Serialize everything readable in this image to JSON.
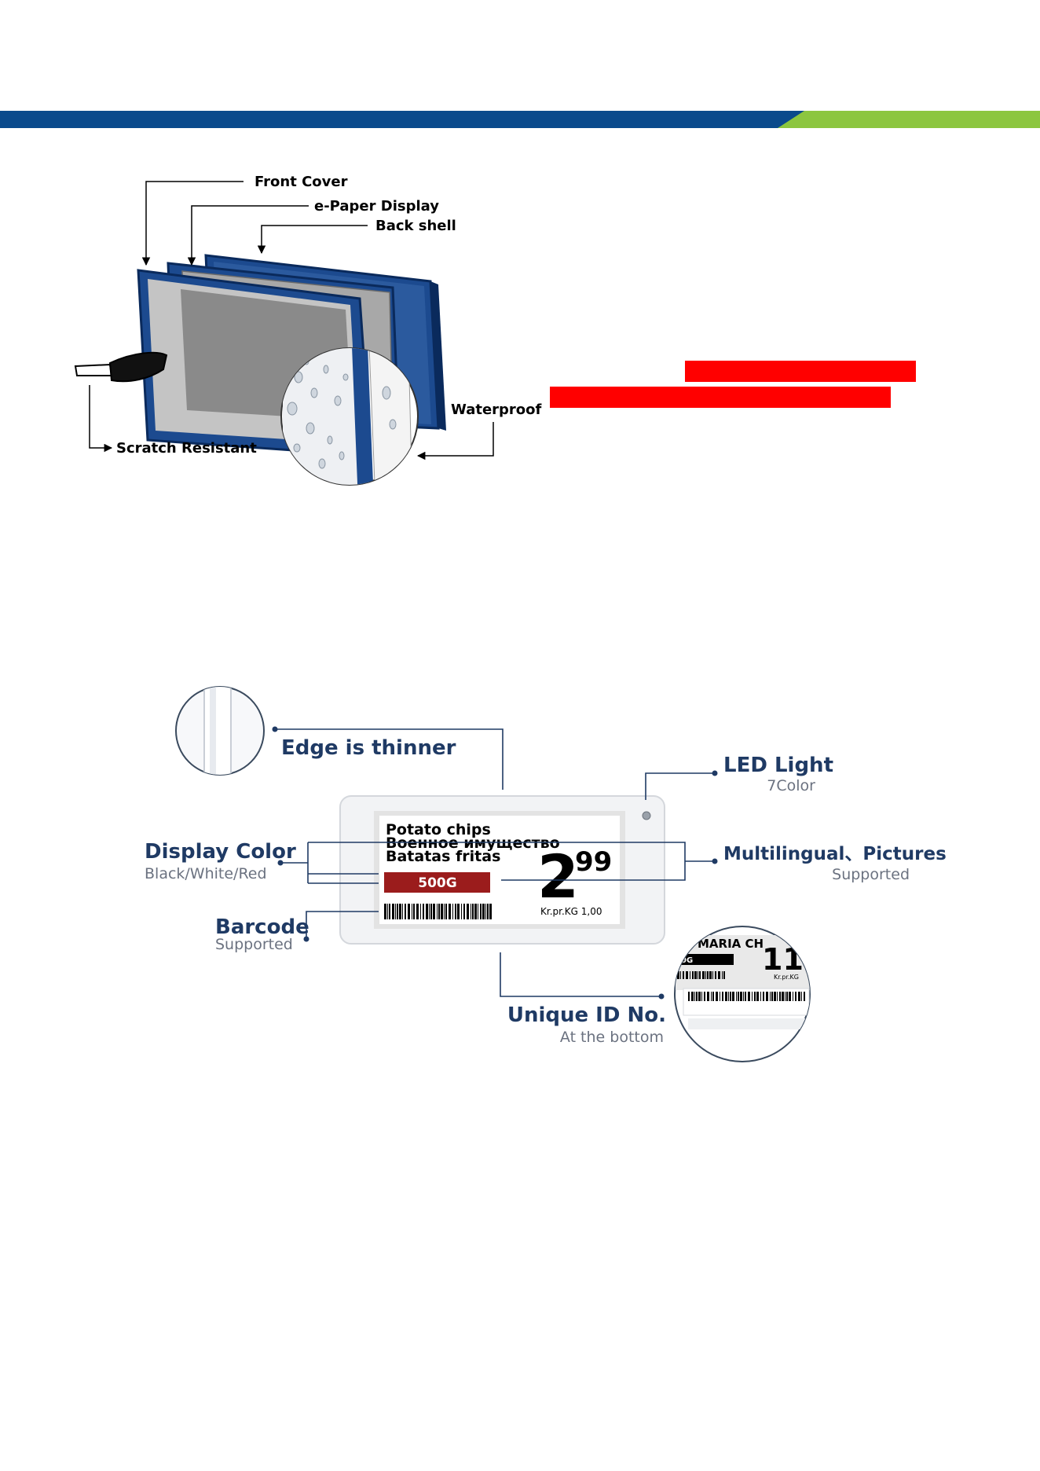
{
  "colors": {
    "brand_blue": "#0a4a8c",
    "brand_green": "#8cc63f",
    "callout_navy": "#1f3a64",
    "redact": "#ff0000",
    "tag_red": "#9b1c1c"
  },
  "exploded": {
    "front_cover": "Front Cover",
    "epaper_display": "e-Paper Display",
    "back_shell": "Back shell",
    "waterproof": "Waterproof",
    "scratch_resistant": "Scratch Resistant"
  },
  "features": {
    "edge": {
      "title": "Edge is thinner"
    },
    "led": {
      "title": "LED Light",
      "sub": "7Color"
    },
    "display_color": {
      "title": "Display Color",
      "sub": "Black/White/Red"
    },
    "multilingual": {
      "title": "Multilingual、Pictures",
      "sub": "Supported"
    },
    "barcode": {
      "title": "Barcode",
      "sub": "Supported"
    },
    "unique_id": {
      "title": "Unique ID No.",
      "sub": "At the bottom"
    }
  },
  "tag": {
    "line1": "Potato chips",
    "line2": "Военное имущество",
    "line3": "Batatas fritas",
    "weight": "500G",
    "price_main": "2",
    "price_cents": "99",
    "unit_price": "Kr.pr.KG 1,00"
  },
  "zoom": {
    "name": "MARIA CH",
    "size": "0G",
    "number": "11",
    "unit": "Kr.pr.KG"
  }
}
